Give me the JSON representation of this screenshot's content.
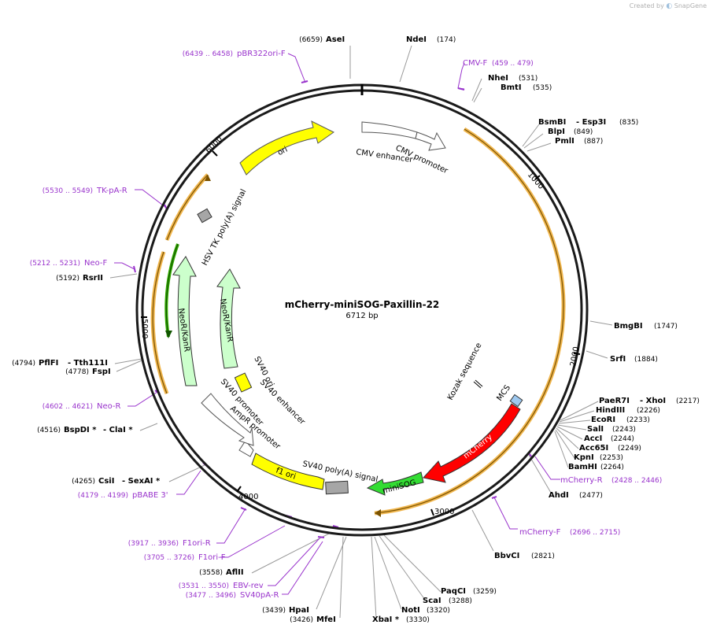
{
  "credit": {
    "prefix": "Created by",
    "app": "SnapGene"
  },
  "plasmid": {
    "name": "mCherry-miniSOG-Paxillin-22",
    "length_label": "6712 bp",
    "length": 6712
  },
  "ticks": [
    "1000",
    "2000",
    "3000",
    "4000",
    "5000",
    "6000"
  ],
  "sites": [
    {
      "name": "NdeI",
      "pos": "(174)"
    },
    {
      "name": "NheI",
      "pos": "(531)"
    },
    {
      "name": "BmtI",
      "pos": "(535)"
    },
    {
      "name": "BsmBI",
      "name2": "- Esp3I",
      "pos": "(835)"
    },
    {
      "name": "BlpI",
      "pos": "(849)"
    },
    {
      "name": "PmlI",
      "pos": "(887)"
    },
    {
      "name": "BmgBI",
      "pos": "(1747)"
    },
    {
      "name": "SrfI",
      "pos": "(1884)"
    },
    {
      "name": "PaeR7I",
      "name2": "- XhoI",
      "pos": "(2217)"
    },
    {
      "name": "HindIII",
      "pos": "(2226)"
    },
    {
      "name": "EcoRI",
      "pos": "(2233)"
    },
    {
      "name": "SalI",
      "pos": "(2243)"
    },
    {
      "name": "AccI",
      "pos": "(2244)"
    },
    {
      "name": "Acc65I",
      "pos": "(2249)"
    },
    {
      "name": "KpnI",
      "pos": "(2253)"
    },
    {
      "name": "BamHI",
      "pos": "(2264)"
    },
    {
      "name": "AhdI",
      "pos": "(2477)"
    },
    {
      "name": "BbvCI",
      "pos": "(2821)"
    },
    {
      "name": "PaqCI",
      "pos": "(3259)"
    },
    {
      "name": "ScaI",
      "pos": "(3288)"
    },
    {
      "name": "NotI",
      "pos": "(3320)"
    },
    {
      "name": "XbaI *",
      "pos": "(3330)"
    },
    {
      "name": "MfeI",
      "pos": "(3426)"
    },
    {
      "name": "HpaI",
      "pos": "(3439)"
    },
    {
      "name": "AflII",
      "pos": "(3558)"
    },
    {
      "name": "CsiI",
      "name2": "- SexAI *",
      "pos": "(4265)"
    },
    {
      "name": "BspDI *",
      "name2": "- ClaI *",
      "pos": "(4516)"
    },
    {
      "name": "FspI",
      "pos": "(4778)"
    },
    {
      "name": "PflFI",
      "name2": "- Tth111I",
      "pos": "(4794)"
    },
    {
      "name": "RsrII",
      "pos": "(5192)"
    },
    {
      "name": "AseI",
      "pos": "(6659)"
    }
  ],
  "primers": [
    {
      "name": "CMV-F",
      "range": "(459 .. 479)"
    },
    {
      "name": "mCherry-R",
      "range": "(2428 .. 2446)"
    },
    {
      "name": "mCherry-F",
      "range": "(2696 .. 2715)"
    },
    {
      "name": "SV40pA-R",
      "range": "(3477 .. 3496)"
    },
    {
      "name": "EBV-rev",
      "range": "(3531 .. 3550)"
    },
    {
      "name": "F1ori-F",
      "range": "(3705 .. 3726)"
    },
    {
      "name": "F1ori-R",
      "range": "(3917 .. 3936)"
    },
    {
      "name": "pBABE 3'",
      "range": "(4179 .. 4199)"
    },
    {
      "name": "Neo-R",
      "range": "(4602 .. 4621)"
    },
    {
      "name": "Neo-F",
      "range": "(5212 .. 5231)"
    },
    {
      "name": "TK-pA-R",
      "range": "(5530 .. 5549)"
    },
    {
      "name": "pBR322ori-F",
      "range": "(6439 .. 6458)"
    }
  ],
  "features": [
    {
      "label": "CMV enhancer"
    },
    {
      "label": "CMV promoter"
    },
    {
      "label": "Kozak sequence"
    },
    {
      "label": "MCS"
    },
    {
      "label": "mCherry"
    },
    {
      "label": "miniSOG"
    },
    {
      "label": "SV40 poly(A) signal"
    },
    {
      "label": "f1 ori"
    },
    {
      "label": "AmpR promoter"
    },
    {
      "label": "SV40 promoter"
    },
    {
      "label": "SV40 ori"
    },
    {
      "label": "SV40 enhancer"
    },
    {
      "label": "NeoR/KanR"
    },
    {
      "label": "NeoR/KanR"
    },
    {
      "label": "HSV TK poly(A) signal"
    },
    {
      "label": "ori"
    }
  ],
  "colors": {
    "backbone": "#1a1a1a",
    "orf": "#f0b64e",
    "primer": "#9933cc",
    "ori": "#ffff00",
    "mcherry": "#ff0000",
    "minisog": "#33dd33",
    "neor": "#ccffcc",
    "promoter": "#ffffff",
    "polya": "#a6a6a6",
    "mcs": "#9ec9f0",
    "leader": "#999999"
  }
}
